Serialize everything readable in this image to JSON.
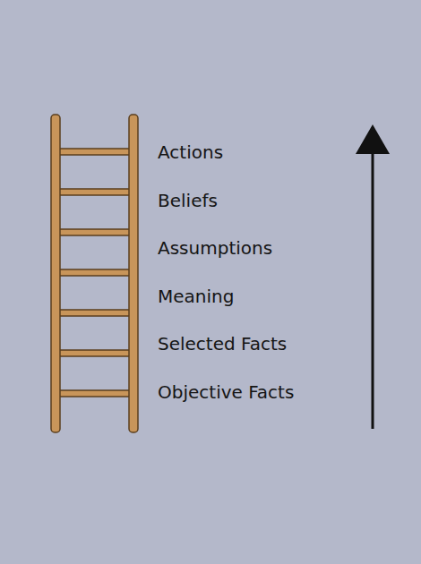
{
  "diagram": {
    "labels": [
      "Actions",
      "Beliefs",
      "Assumptions",
      "Meaning",
      "Selected Facts",
      "Objective Facts"
    ]
  }
}
